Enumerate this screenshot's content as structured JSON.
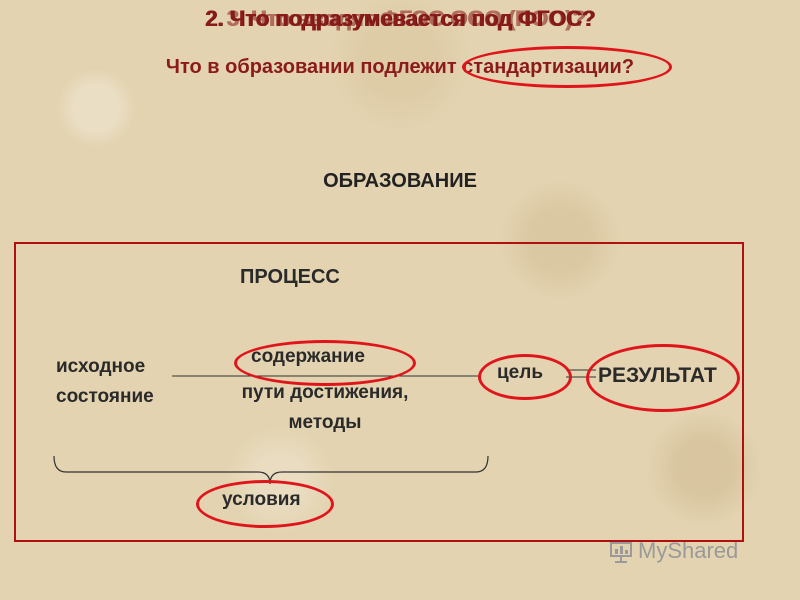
{
  "slide": {
    "title": "2. Что подразумевается под ФГОС?",
    "title_overlay": "3. Что вводят ФГОС ООО (ПОО)?",
    "subtitle": "Что в образовании подлежит стандартизации?",
    "heading": "ОБРАЗОВАНИЕ"
  },
  "diagram": {
    "process": "ПРОЦЕСС",
    "source_line1": "исходное",
    "source_line2": "состояние",
    "content": "содержание",
    "ways_line1": "пути достижения,",
    "ways_line2": "методы",
    "goal": "цель",
    "result": "РЕЗУЛЬТАТ",
    "conditions": "условия"
  },
  "watermark": {
    "text": "MyShared",
    "icon": "presentation-board-icon"
  },
  "colors": {
    "accent_red": "#e0151c",
    "title_red": "#8b1a1a",
    "frame_red": "#b01010"
  }
}
